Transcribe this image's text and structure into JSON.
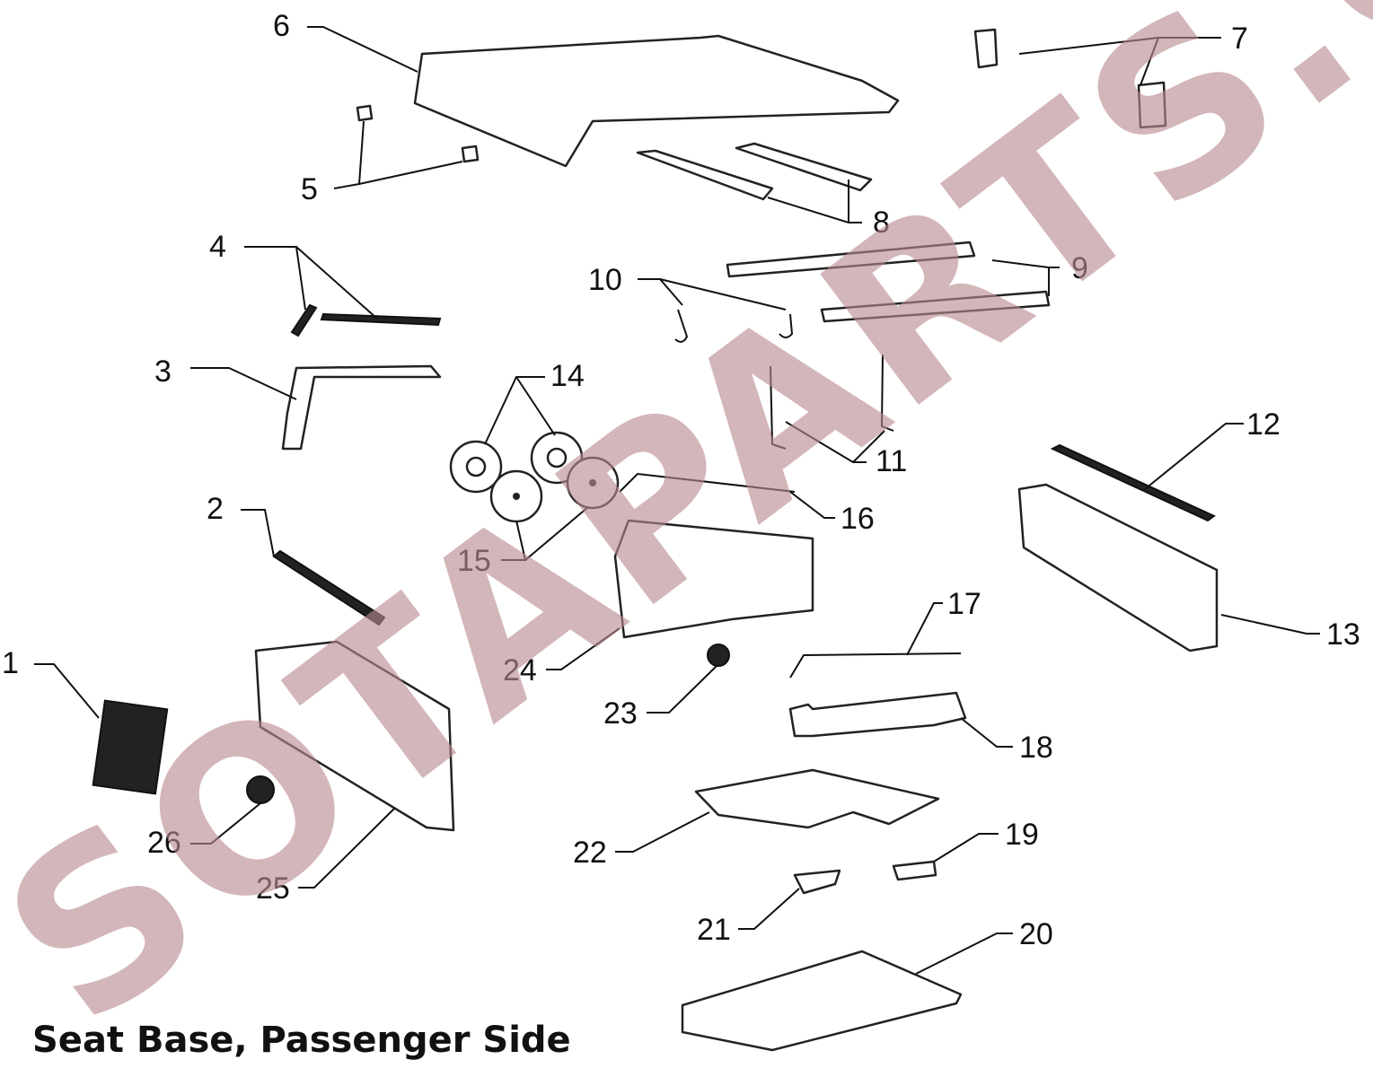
{
  "title": "Seat Base, Passenger Side",
  "watermark": "SOTAPARTS.COM",
  "callouts": [
    "1",
    "2",
    "3",
    "4",
    "5",
    "6",
    "7",
    "8",
    "9",
    "10",
    "11",
    "12",
    "13",
    "14",
    "15",
    "16",
    "17",
    "18",
    "19",
    "20",
    "21",
    "22",
    "23",
    "24",
    "25",
    "26"
  ],
  "colors": {
    "watermark": "#b98a8f",
    "ink": "#111111"
  }
}
